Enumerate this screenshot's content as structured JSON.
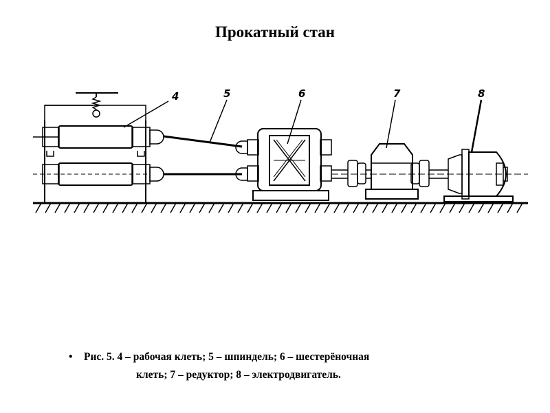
{
  "title": "Прокатный стан",
  "diagram": {
    "labels": [
      "4",
      "5",
      "6",
      "7",
      "8"
    ]
  },
  "caption": {
    "bullet": "•",
    "line1": "Рис. 5. 4 – рабочая клеть; 5 – шпиндель; 6 – шестерёночная",
    "line2": "клеть; 7 – редуктор; 8 – электродвигатель."
  }
}
